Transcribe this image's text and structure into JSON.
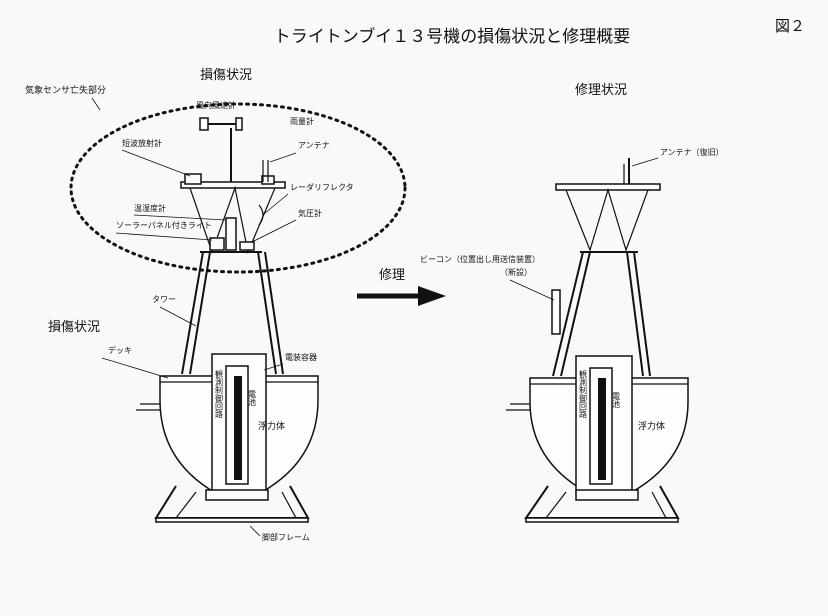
{
  "title": "トライトンブイ１３号機の損傷状況と修理概要",
  "figure_label": "図２",
  "headings": {
    "damage_top": "損傷状況",
    "damage_left": "損傷状況",
    "repair": "修理状況"
  },
  "arrow_label": "修理",
  "left_labels": {
    "weather_sensor_lost": "気象センサ亡失部分",
    "wind_sensor": "風向風速計",
    "rain_gauge": "雨量計",
    "shortwave_radiometer": "短波放射計",
    "antenna": "アンテナ",
    "radar_reflector": "レーダリフレクタ",
    "temp_humidity": "温湿度計",
    "solar_light": "ソーラーパネル付きライト",
    "barometer": "気圧計",
    "tower": "タワー",
    "deck": "デッキ",
    "electrical_box": "電装容器",
    "observation_circuit": "観測制御回路",
    "battery": "電池",
    "float": "浮力体",
    "leg_frame": "脚部フレーム"
  },
  "right_labels": {
    "antenna_restored": "アンテナ（復旧）",
    "beacon": "ビーコン（位置出し用送信装置）",
    "new_install": "（新設）",
    "observation_circuit": "観測制御回路",
    "battery": "電池",
    "float": "浮力体"
  }
}
